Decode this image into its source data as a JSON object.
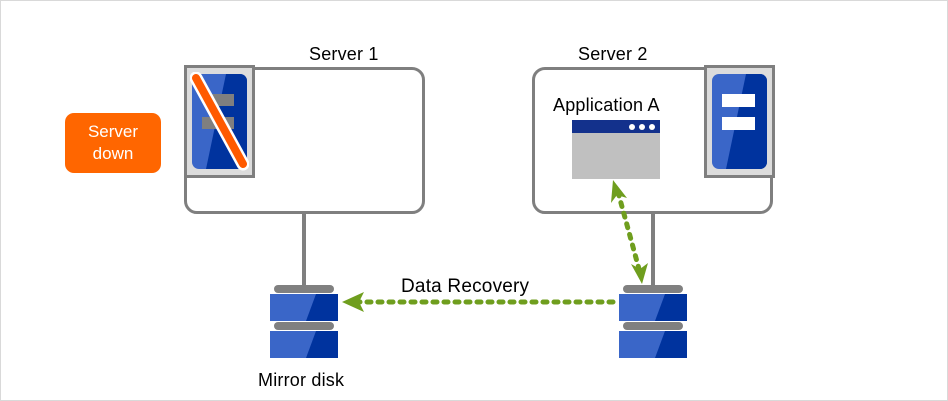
{
  "diagram": {
    "title_server1": "Server 1",
    "title_server2": "Server 2",
    "app_label": "Application  A",
    "flow_label": "Data Recovery",
    "mirror_disk_label": "Mirror disk",
    "status_badge": {
      "line1": "Server",
      "line2": "down",
      "color": "#ff6600",
      "text_color": "#ffffff"
    },
    "colors": {
      "box_stroke": "#7f7f7f",
      "frame_fill": "#dcdcdc",
      "server_blue_light": "#3a66c8",
      "server_blue_dark": "#00339e",
      "server_bar_inactive": "#7f7f7f",
      "server_bar_active": "#ffffff",
      "slash_orange": "#ff5a00",
      "app_titlebar": "#13318c",
      "app_body": "#c0c0c0",
      "disk_light": "#3a66c8",
      "disk_dark": "#00339e",
      "disk_cap": "#808080",
      "arrow_green": "#6f9e1e",
      "canvas_border": "#d9d9d9"
    },
    "icons": {
      "server_unit_down": "server-unit-down-icon",
      "server_unit_active": "server-unit-active-icon",
      "application_window": "application-window-icon",
      "disk_left": "mirror-disk-icon",
      "disk_right": "mirror-disk-icon",
      "recovery_arrow": "data-recovery-arrow-icon",
      "app_disk_arrow": "app-disk-bidirectional-arrow-icon"
    }
  }
}
